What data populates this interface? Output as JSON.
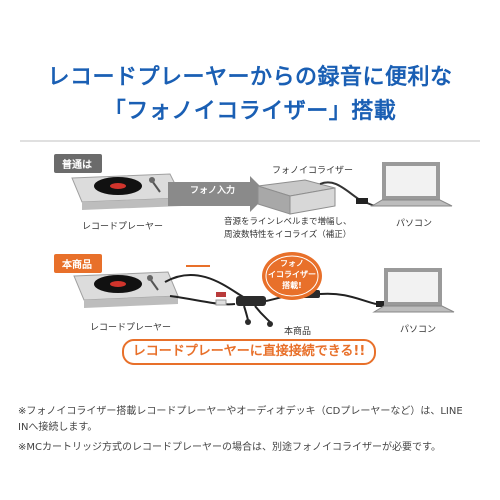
{
  "headline": {
    "line1": "レコードプレーヤーからの録音に便利な",
    "line2": "「フォノイコライザー」搭載"
  },
  "normal": {
    "tag": "普通は",
    "player_label": "レコードプレーヤー",
    "phono_input": "フォノ入力",
    "device_label": "フォノイコライザー",
    "desc_line1": "音源をラインレベルまで増幅し、",
    "desc_line2": "周波数特性をイコライズ（補正）",
    "pc_label": "パソコン"
  },
  "product": {
    "tag": "本商品",
    "player_label": "レコードプレーヤー",
    "badge_line1": "フォノ",
    "badge_line2": "イコライザー",
    "badge_line3": "搭載!",
    "cable_label": "本商品",
    "pc_label": "パソコン",
    "cta": "レコードプレーヤーに直接接続できる!!"
  },
  "notes": {
    "line1": "※フォノイコライザー搭載レコードプレーヤーやオーディオデッキ（CDプレーヤーなど）は、LINE",
    "line2": "INへ接続します。",
    "line3": "※MCカートリッジ方式のレコードプレーヤーの場合は、別途フォノイコライザーが必要です。"
  },
  "colors": {
    "accent_blue": "#1a5fb4",
    "accent_orange": "#e8702a",
    "tag_gray": "#6b6b6b"
  },
  "icons": [
    "turntable-icon",
    "phono-equalizer-icon",
    "laptop-icon",
    "usb-cable-icon",
    "arrow-icon"
  ]
}
